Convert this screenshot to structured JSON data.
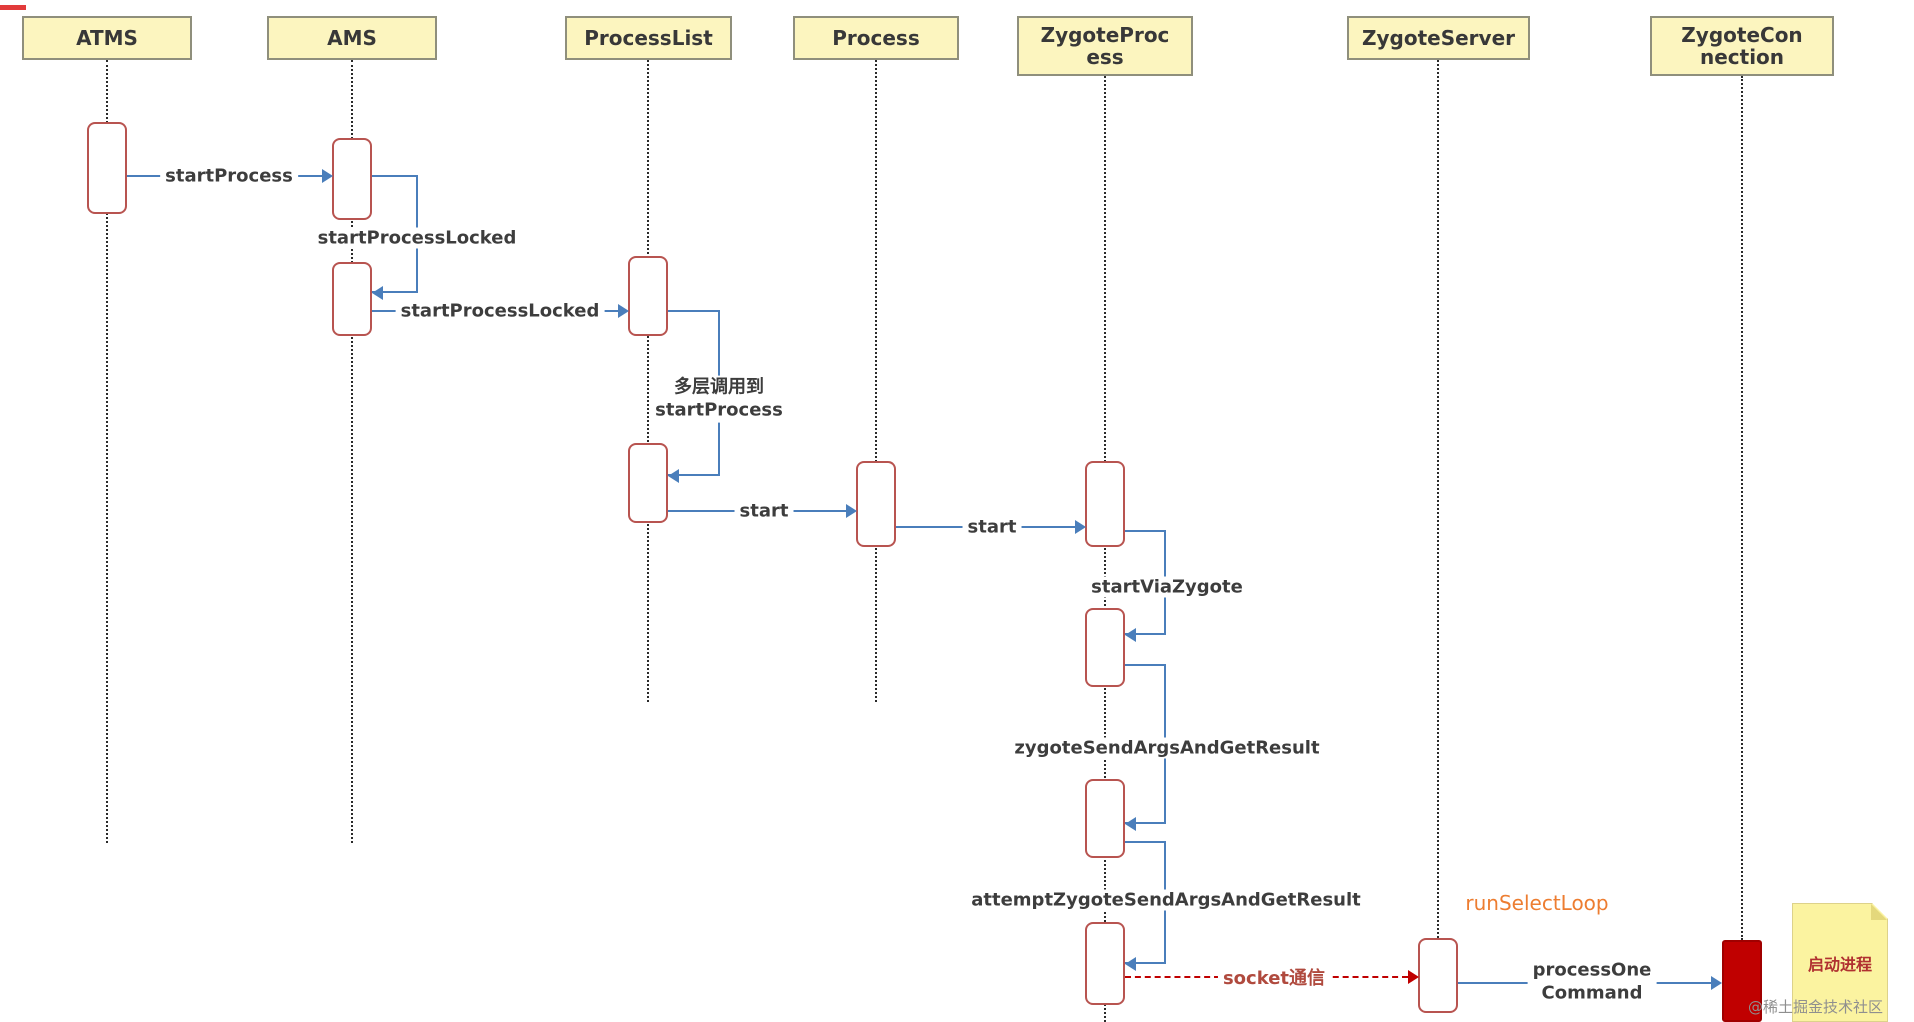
{
  "diagram_type": "sequence",
  "actors": [
    {
      "label": "ATMS"
    },
    {
      "label": "AMS"
    },
    {
      "label": "ProcessList"
    },
    {
      "label": "Process"
    },
    {
      "label": "ZygoteProcess"
    },
    {
      "label": "ZygoteServer"
    },
    {
      "label": "ZygoteConnection"
    }
  ],
  "msg": {
    "start_process": "startProcess",
    "start_process_locked_self": "startProcessLocked",
    "start_process_locked": "startProcessLocked",
    "multi_layer": "多层调用到\nstartProcess",
    "start_a": "start",
    "start_b": "start",
    "start_via_zygote": "startViaZygote",
    "zygote_send": "zygoteSendArgsAndGetResult",
    "attempt_zygote_send": "attemptZygoteSendArgsAndGetResult",
    "socket": "socket通信",
    "run_select_loop": "runSelectLoop",
    "process_one_command": "processOne\nCommand"
  },
  "note_text": "启动进程",
  "watermark": "@稀土掘金技术社区",
  "colors": {
    "actor_fill": "#fcf5bf",
    "actor_border": "#8f8f7c",
    "arrow_blue": "#4a7ebb",
    "activation_border": "#b85450",
    "dashed_red": "#c00000",
    "orange_text": "#ed7d31",
    "note_fill": "#fbf3a0",
    "solid_red_box": "#c00000"
  }
}
